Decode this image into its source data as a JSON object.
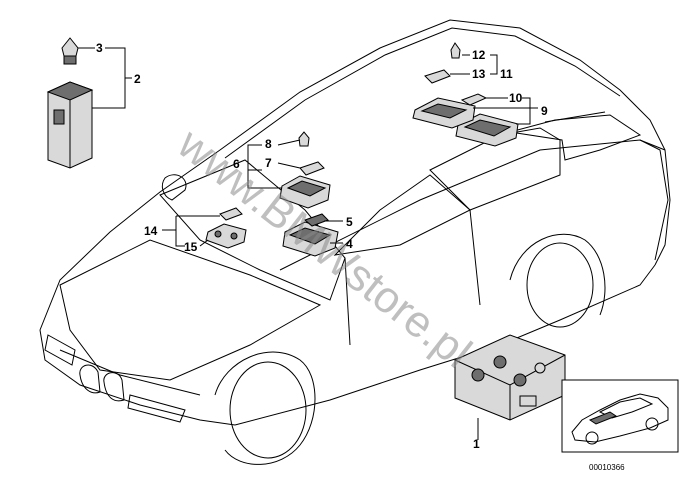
{
  "callouts": [
    "1",
    "2",
    "3",
    "4",
    "5",
    "6",
    "7",
    "8",
    "9",
    "10",
    "11",
    "12",
    "13",
    "14",
    "15"
  ],
  "diagram_ref": "00010366",
  "watermark": "www.BMWstore.pl"
}
